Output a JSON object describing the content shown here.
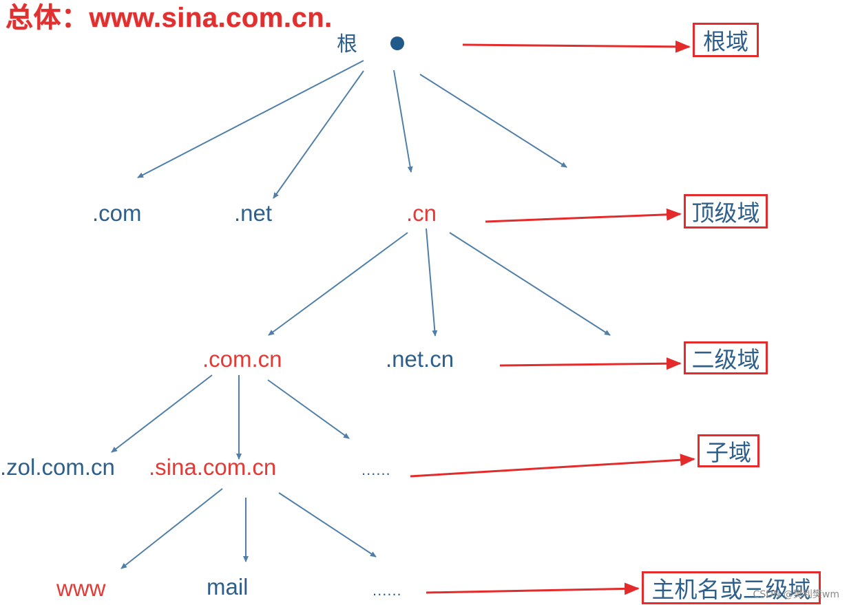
{
  "title": "总体：www.sina.com.cn.",
  "root": {
    "label": "根"
  },
  "nodes": {
    "com": ".com",
    "net": ".net",
    "cn": ".cn",
    "com_cn": ".com.cn",
    "net_cn": ".net.cn",
    "zol_com_cn": ".zol.com.cn",
    "sina_com_cn": ".sina.com.cn",
    "sub_dots": "......",
    "www": "www",
    "mail": "mail",
    "host_dots": "......"
  },
  "levels": {
    "root_domain": "根域",
    "top_level": "顶级域",
    "second_level": "二级域",
    "subdomain": "子域",
    "host": "主机名或三级域"
  },
  "watermark": "CSDN @樊利樊wm",
  "colors": {
    "node_text": "#2d5f8a",
    "highlight": "#e53935",
    "arrow_blue": "#4f7fa8",
    "arrow_red": "#e32b2b"
  }
}
